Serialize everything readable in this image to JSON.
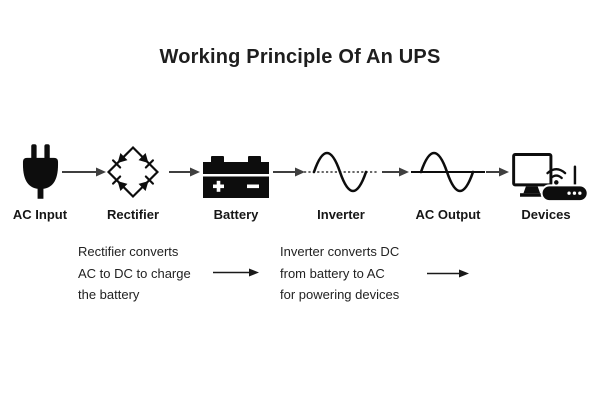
{
  "title": "Working Principle Of An UPS",
  "flow": {
    "stages": [
      {
        "label": "AC Input",
        "icon": "power-plug-icon"
      },
      {
        "label": "Rectifier",
        "icon": "bridge-rectifier-icon"
      },
      {
        "label": "Battery",
        "icon": "battery-icon"
      },
      {
        "label": "Inverter",
        "icon": "sine-wave-dotted-axis-icon"
      },
      {
        "label": "AC Output",
        "icon": "sine-wave-solid-axis-icon"
      },
      {
        "label": "Devices",
        "icon": "monitor-and-router-icon"
      }
    ],
    "connector": "right-arrow"
  },
  "battery": {
    "positive_terminal": "+",
    "negative_terminal": "−"
  },
  "notes": [
    {
      "lines": [
        "Rectifier converts",
        "AC to DC to charge",
        "the battery"
      ]
    },
    {
      "lines": [
        "Inverter converts DC",
        "from battery to AC",
        "for powering devices"
      ]
    }
  ],
  "colors": {
    "background": "#ffffff",
    "ink": "#0d0d0d",
    "flow_arrow": "#3f3f3f",
    "note_arrow": "#1a1a1a",
    "text": "#1e1e1e"
  }
}
